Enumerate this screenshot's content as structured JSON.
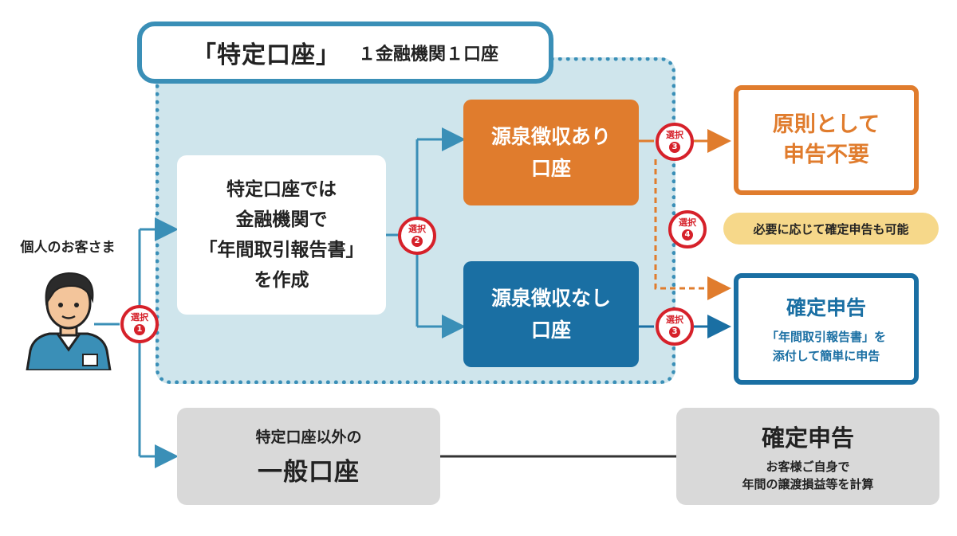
{
  "colors": {
    "blue": "#3a8fb7",
    "dark_blue": "#1a6fa3",
    "orange": "#e07c2d",
    "red": "#d6212a",
    "region_bg": "#cfe5ec",
    "gray": "#d9d9d9",
    "callout": "#f6d88a"
  },
  "title": {
    "main": "「特定口座」",
    "sub": "１金融機関１口座"
  },
  "customer": {
    "label": "個人のお客さま",
    "icon": "person-icon"
  },
  "specific_account_info": {
    "lines": [
      "特定口座では",
      "金融機関で",
      "「年間取引報告書」",
      "を作成"
    ]
  },
  "withholding_yes": {
    "lines": [
      "源泉徴収あり",
      "口座"
    ]
  },
  "withholding_no": {
    "lines": [
      "源泉徴収なし",
      "口座"
    ]
  },
  "result_no_filing": {
    "lines": [
      "原則として",
      "申告不要"
    ]
  },
  "result_filing": {
    "title": "確定申告",
    "lines": [
      "「年間取引報告書」を",
      "添付して簡単に申告"
    ]
  },
  "callout": {
    "text": "必要に応じて確定申告も可能"
  },
  "general_account": {
    "sub": "特定口座以外の",
    "main": "一般口座"
  },
  "general_filing": {
    "title": "確定申告",
    "lines": [
      "お客様ご自身で",
      "年間の譲渡損益等を計算"
    ]
  },
  "badges": {
    "label": "選択",
    "b1": "1",
    "b2": "2",
    "b3a": "3",
    "b3b": "3",
    "b4": "4"
  }
}
